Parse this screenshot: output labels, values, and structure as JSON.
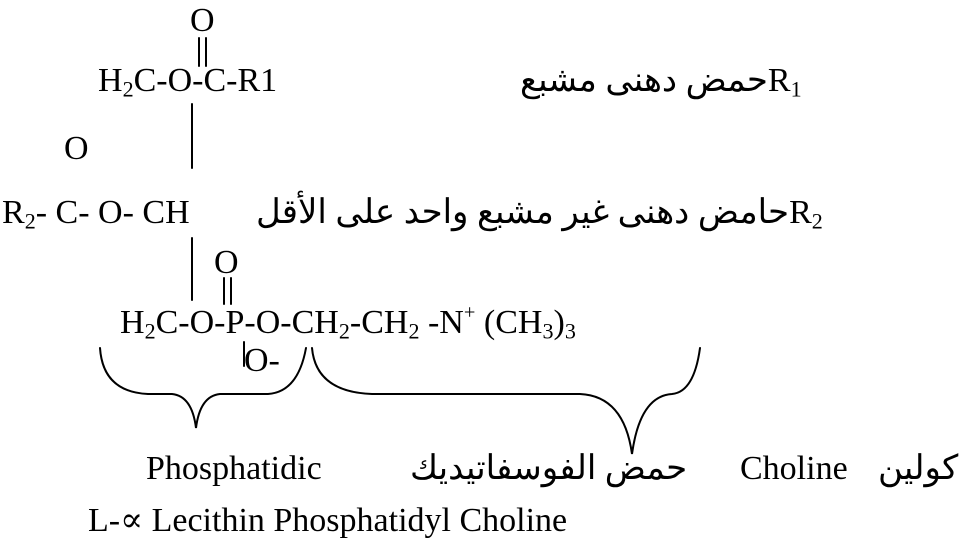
{
  "structure": {
    "carbonyl_o_top": "O",
    "carbonyl_o_mid": "O",
    "carbonyl_o_p": "O",
    "row1": {
      "h2": "H",
      "h2_sub": "2",
      "rest": "C-O-C-R1"
    },
    "row2": {
      "r": "R",
      "r_sub": "2",
      "rest": "- C- O- CH"
    },
    "row3": {
      "h2": "H",
      "h2_sub": "2",
      "a": "C-O-P-O-CH",
      "a_sub": "2",
      "b": "-CH",
      "b_sub": "2",
      "c": " -N",
      "c_sup": "+",
      "d": " (CH",
      "d_sub": "3",
      "e": ")",
      "e_sub": "3"
    },
    "o_minus": "O-"
  },
  "annotations": {
    "r1": {
      "symbol": "R",
      "sub": "1",
      "text": "حمض دهنى مشبع"
    },
    "r2": {
      "symbol": "R",
      "sub": "2",
      "text": "حامض دهنى غير مشبع واحد على الأقل"
    }
  },
  "labels": {
    "phosphatidic_en": "Phosphatidic",
    "phosphatidic_ar": "حمض الفوسفاتيديك",
    "choline_en": "Choline",
    "choline_ar": "كولين",
    "lecithin": "L-∝ Lecithin Phosphatidyl Choline"
  }
}
